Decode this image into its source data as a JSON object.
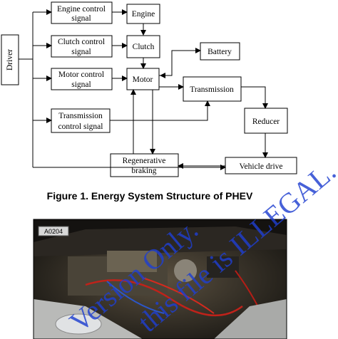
{
  "diagram": {
    "nodes": {
      "driver": "Driver",
      "engine_control": [
        "Engine control",
        "signal"
      ],
      "clutch_control": [
        "Clutch control",
        "signal"
      ],
      "motor_control": [
        "Motor control",
        "signal"
      ],
      "transmission_control": [
        "Transmission",
        "control signal"
      ],
      "engine": "Engine",
      "clutch": "Clutch",
      "motor": "Motor",
      "battery": "Battery",
      "transmission": "Transmission",
      "reducer": "Reducer",
      "regenerative_braking": [
        "Regenerative",
        "braking"
      ],
      "vehicle_drive": "Vehicle drive"
    }
  },
  "caption": "Figure 1. Energy System Structure of PHEV",
  "photo": {
    "plate_text": "A0204"
  },
  "watermark": {
    "line1": "Version Only.",
    "line2": "this file is ILLEGAL."
  },
  "colors": {
    "line": "#000000",
    "watermark": "#1f3fd0"
  }
}
